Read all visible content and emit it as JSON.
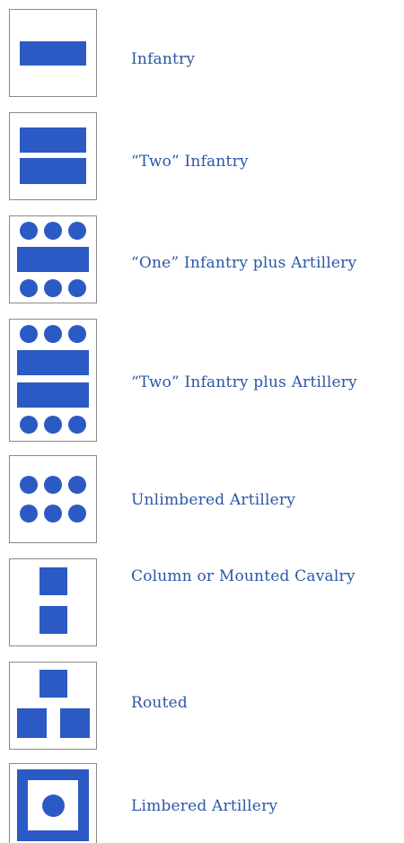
{
  "legend": {
    "items": [
      {
        "label": "Infantry",
        "symbol": "infantry-bar-icon"
      },
      {
        "label": "“Two” Infantry",
        "symbol": "two-infantry-bars-icon"
      },
      {
        "label": "“One” Infantry plus Artillery",
        "symbol": "one-infantry-plus-artillery-icon"
      },
      {
        "label": "“Two” Infantry plus Artillery",
        "symbol": "two-infantry-plus-artillery-icon"
      },
      {
        "label": "Unlimbered Artillery",
        "symbol": "unlimbered-artillery-icon"
      },
      {
        "label": "Column or Mounted Cavalry",
        "symbol": "column-cavalry-icon"
      },
      {
        "label": "Routed",
        "symbol": "routed-icon"
      },
      {
        "label": "Limbered Artillery",
        "symbol": "limbered-artillery-icon"
      }
    ]
  },
  "colors": {
    "symbol": "#2c5ac4",
    "label": "#2b56a6",
    "border": "#8a8a8a"
  }
}
